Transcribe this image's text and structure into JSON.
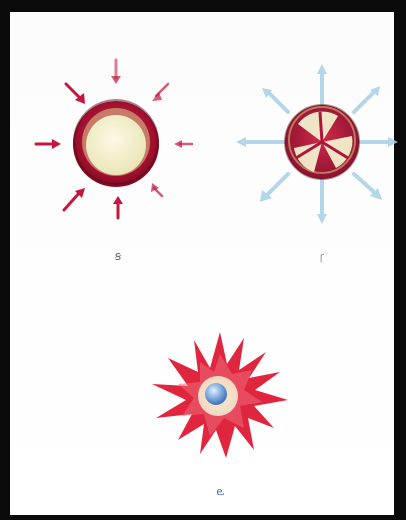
{
  "figure_labels": {
    "top_left": "ꞩ",
    "top_right": "ꞅ",
    "bottom": "ⱸ"
  },
  "colors": {
    "crimson": "#b0143a",
    "dark_red": "#7a0a20",
    "cream": "#f4f1cf",
    "sky_blue": "#a8cfe8",
    "star_red": "#e02a45",
    "bulb_blue": "#7aa8e0",
    "border": "#0a0a0a"
  }
}
